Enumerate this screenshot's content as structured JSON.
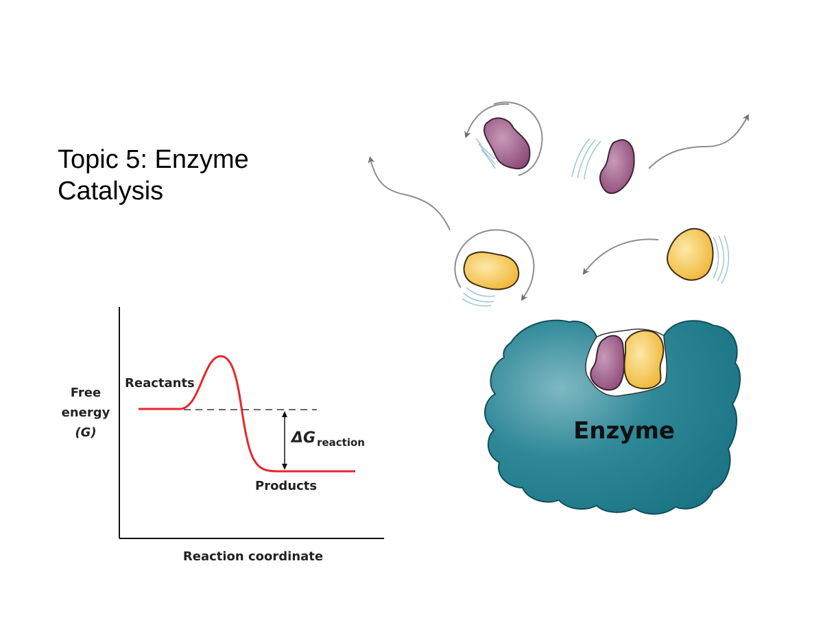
{
  "title": {
    "line1": "Topic 5: Enzyme",
    "line2": "Catalysis"
  },
  "energy_diagram": {
    "y_axis": {
      "line1": "Free",
      "line2": "energy",
      "line3": "(G)"
    },
    "x_axis": "Reaction coordinate",
    "reactants_label": "Reactants",
    "products_label": "Products",
    "delta_symbol": "ΔG",
    "delta_subscript": "reaction",
    "curve_color": "#e8242b"
  },
  "enzyme_illustration": {
    "enzyme_label": "Enzyme",
    "enzyme_color": "#1f7c8c",
    "substrate_a_color": "#a0628a",
    "substrate_b_color": "#f3c24a"
  }
}
